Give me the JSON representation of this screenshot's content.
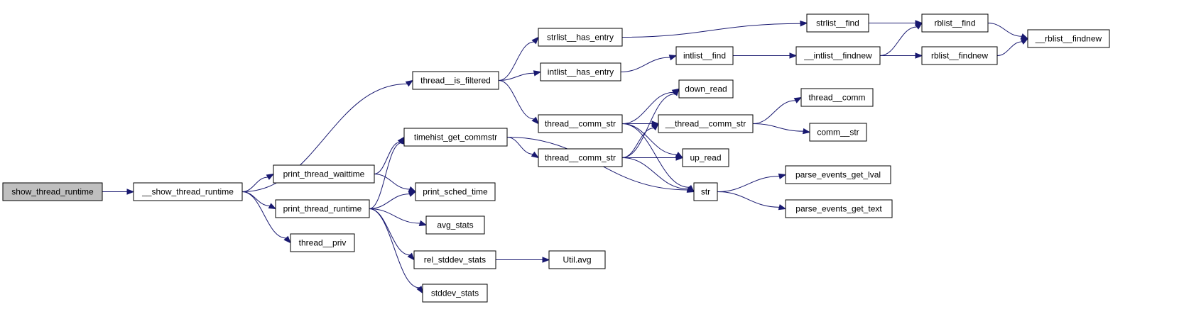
{
  "diagram": {
    "nodes": [
      {
        "id": "show_thread_runtime",
        "label": "show_thread_runtime",
        "root": true
      },
      {
        "id": "__show_thread_runtime",
        "label": "__show_thread_runtime"
      },
      {
        "id": "thread__is_filtered",
        "label": "thread__is_filtered"
      },
      {
        "id": "print_thread_waittime",
        "label": "print_thread_waittime"
      },
      {
        "id": "print_thread_runtime",
        "label": "print_thread_runtime"
      },
      {
        "id": "thread__priv",
        "label": "thread__priv"
      },
      {
        "id": "strlist__has_entry",
        "label": "strlist__has_entry"
      },
      {
        "id": "intlist__has_entry",
        "label": "intlist__has_entry"
      },
      {
        "id": "thread__comm_str_a",
        "label": "thread__comm_str"
      },
      {
        "id": "timehist_get_commstr",
        "label": "timehist_get_commstr"
      },
      {
        "id": "print_sched_time",
        "label": "print_sched_time"
      },
      {
        "id": "avg_stats",
        "label": "avg_stats"
      },
      {
        "id": "rel_stddev_stats",
        "label": "rel_stddev_stats"
      },
      {
        "id": "stddev_stats",
        "label": "stddev_stats"
      },
      {
        "id": "thread__comm_str_b",
        "label": "thread__comm_str"
      },
      {
        "id": "strlist__find",
        "label": "strlist__find"
      },
      {
        "id": "intlist__find",
        "label": "intlist__find"
      },
      {
        "id": "down_read",
        "label": "down_read"
      },
      {
        "id": "__thread__comm_str",
        "label": "__thread__comm_str"
      },
      {
        "id": "up_read",
        "label": "up_read"
      },
      {
        "id": "str",
        "label": "str"
      },
      {
        "id": "Util_avg",
        "label": "Util.avg"
      },
      {
        "id": "rblist__find",
        "label": "rblist__find"
      },
      {
        "id": "__intlist__findnew",
        "label": "__intlist__findnew"
      },
      {
        "id": "thread__comm",
        "label": "thread__comm"
      },
      {
        "id": "comm__str",
        "label": "comm__str"
      },
      {
        "id": "parse_events_get_lval",
        "label": "parse_events_get_lval"
      },
      {
        "id": "parse_events_get_text",
        "label": "parse_events_get_text"
      },
      {
        "id": "rblist__findnew",
        "label": "rblist__findnew"
      },
      {
        "id": "__rblist__findnew",
        "label": "__rblist__findnew"
      }
    ],
    "edges": [
      [
        "show_thread_runtime",
        "__show_thread_runtime"
      ],
      [
        "__show_thread_runtime",
        "thread__is_filtered"
      ],
      [
        "__show_thread_runtime",
        "print_thread_waittime"
      ],
      [
        "__show_thread_runtime",
        "print_thread_runtime"
      ],
      [
        "__show_thread_runtime",
        "thread__priv"
      ],
      [
        "thread__is_filtered",
        "strlist__has_entry"
      ],
      [
        "thread__is_filtered",
        "intlist__has_entry"
      ],
      [
        "thread__is_filtered",
        "thread__comm_str_a"
      ],
      [
        "print_thread_waittime",
        "timehist_get_commstr"
      ],
      [
        "print_thread_waittime",
        "print_sched_time"
      ],
      [
        "print_thread_runtime",
        "timehist_get_commstr"
      ],
      [
        "print_thread_runtime",
        "print_sched_time"
      ],
      [
        "print_thread_runtime",
        "avg_stats"
      ],
      [
        "print_thread_runtime",
        "rel_stddev_stats"
      ],
      [
        "print_thread_runtime",
        "stddev_stats"
      ],
      [
        "strlist__has_entry",
        "strlist__find"
      ],
      [
        "intlist__has_entry",
        "intlist__find"
      ],
      [
        "thread__comm_str_a",
        "down_read"
      ],
      [
        "thread__comm_str_a",
        "__thread__comm_str"
      ],
      [
        "thread__comm_str_a",
        "up_read"
      ],
      [
        "thread__comm_str_a",
        "str"
      ],
      [
        "timehist_get_commstr",
        "thread__comm_str_b"
      ],
      [
        "timehist_get_commstr",
        "str"
      ],
      [
        "thread__comm_str_b",
        "down_read"
      ],
      [
        "thread__comm_str_b",
        "__thread__comm_str"
      ],
      [
        "thread__comm_str_b",
        "up_read"
      ],
      [
        "thread__comm_str_b",
        "str"
      ],
      [
        "rel_stddev_stats",
        "Util_avg"
      ],
      [
        "strlist__find",
        "rblist__find"
      ],
      [
        "intlist__find",
        "__intlist__findnew"
      ],
      [
        "__thread__comm_str",
        "thread__comm"
      ],
      [
        "__thread__comm_str",
        "comm__str"
      ],
      [
        "str",
        "parse_events_get_lval"
      ],
      [
        "str",
        "parse_events_get_text"
      ],
      [
        "__intlist__findnew",
        "rblist__find"
      ],
      [
        "__intlist__findnew",
        "rblist__findnew"
      ],
      [
        "rblist__find",
        "__rblist__findnew"
      ],
      [
        "rblist__findnew",
        "__rblist__findnew"
      ]
    ]
  }
}
